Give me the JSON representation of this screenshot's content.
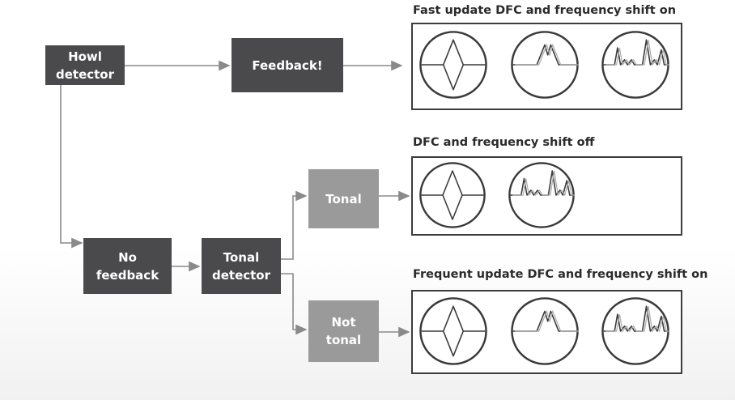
{
  "nodes": {
    "howl_detector": "Howl detector",
    "feedback": "Feedback!",
    "no_feedback_line1": "No",
    "no_feedback_line2": "feedback",
    "tonal_detector_line1": "Tonal",
    "tonal_detector_line2": "detector",
    "tonal": "Tonal",
    "not_tonal_line1": "Not",
    "not_tonal_line2": "tonal"
  },
  "panels": {
    "fast": {
      "title": "Fast update DFC and frequency shift on",
      "scopes": [
        "notch",
        "twin-peak",
        "multi-peak"
      ]
    },
    "off": {
      "title": "DFC and frequency shift off",
      "scopes": [
        "notch",
        "multi-peak"
      ]
    },
    "frequent": {
      "title": "Frequent update DFC and frequency shift on",
      "scopes": [
        "notch",
        "twin-peak",
        "multi-peak"
      ]
    }
  },
  "colors": {
    "dark_box": "#4a4a4c",
    "light_box": "#9a9a9a",
    "line": "#888888",
    "outline": "#3c3c3c"
  }
}
